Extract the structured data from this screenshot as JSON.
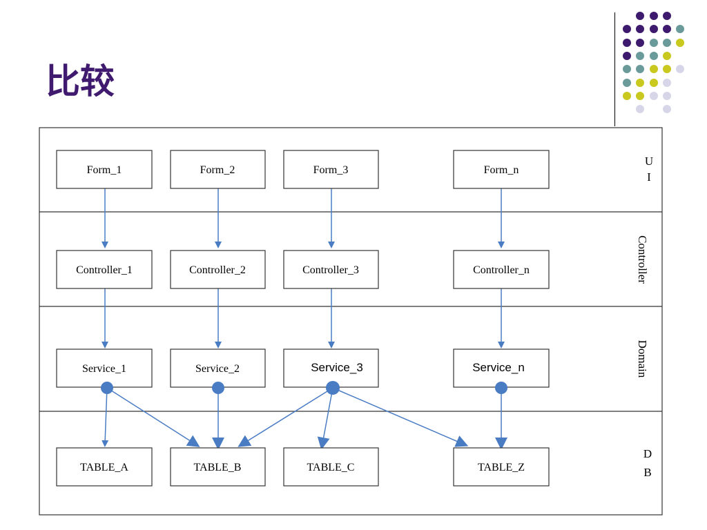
{
  "slide": {
    "title": "比较"
  },
  "colors": {
    "title": "#3f1a6e",
    "arrow": "#4a7cc4",
    "box_border": "#333333",
    "dot_purple": "#3d1a6e",
    "dot_teal": "#6b9a9a",
    "dot_yellow": "#c8c81e",
    "dot_lilac": "#d6d6e8"
  },
  "diagram": {
    "layers": [
      {
        "id": "ui",
        "label": "UI"
      },
      {
        "id": "controller",
        "label": "Controller"
      },
      {
        "id": "domain",
        "label": "Domain"
      },
      {
        "id": "db",
        "label": "DB"
      }
    ],
    "forms": [
      "Form_1",
      "Form_2",
      "Form_3",
      "Form_n"
    ],
    "controllers": [
      "Controller_1",
      "Controller_2",
      "Controller_3",
      "Controller_n"
    ],
    "services": [
      "Service_1",
      "Service_2",
      "Service_3",
      "Service_n"
    ],
    "tables": [
      "TABLE_A",
      "TABLE_B",
      "TABLE_C",
      "TABLE_Z"
    ],
    "relations": [
      {
        "from": "Service_1",
        "to": "TABLE_A"
      },
      {
        "from": "Service_1",
        "to": "TABLE_B"
      },
      {
        "from": "Service_2",
        "to": "TABLE_B"
      },
      {
        "from": "Service_3",
        "to": "TABLE_B"
      },
      {
        "from": "Service_3",
        "to": "TABLE_C"
      },
      {
        "from": "Service_3",
        "to": "TABLE_Z"
      },
      {
        "from": "Service_n",
        "to": "TABLE_Z"
      }
    ]
  }
}
